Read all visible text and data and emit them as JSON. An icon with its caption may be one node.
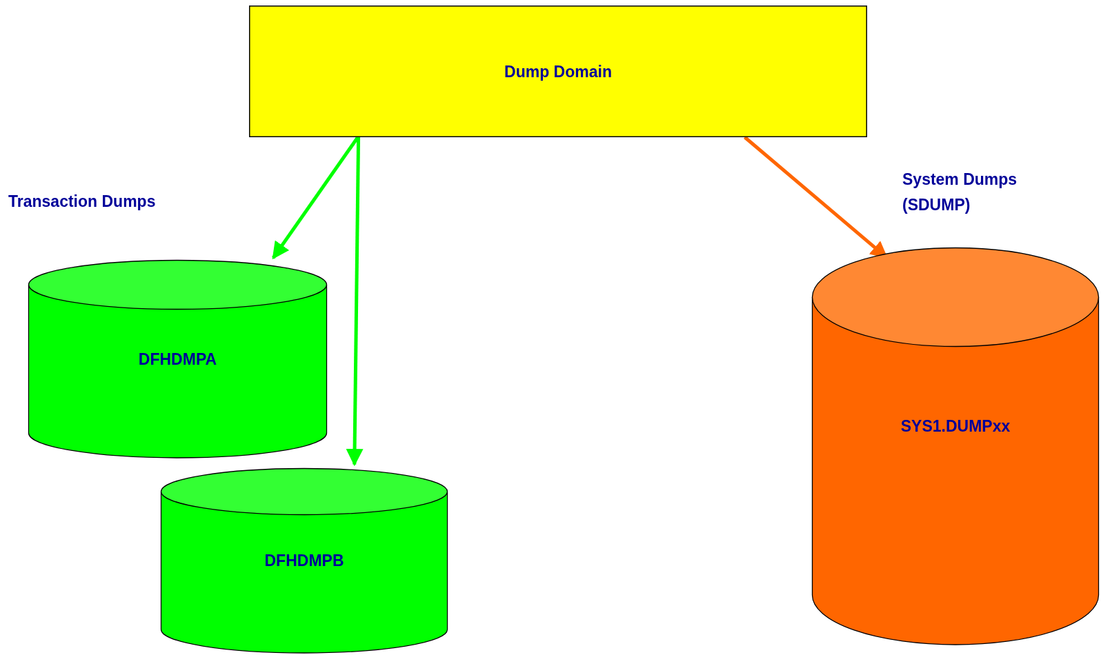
{
  "diagram": {
    "nodes": [
      {
        "text": [
          "Dump Domain"
        ]
      },
      {
        "text": [
          "DFHDMPA"
        ]
      },
      {
        "text": [
          "DFHDMPB"
        ]
      },
      {
        "text": [
          "SYS1.DUMPxx"
        ]
      }
    ],
    "edges": [
      {
        "from": 0,
        "to": 1,
        "arrow": "to"
      },
      {
        "from": 0,
        "to": 2,
        "arrow": "to"
      },
      {
        "from": 0,
        "to": 3,
        "arrow": "to",
        "color": "#ff6600"
      }
    ],
    "labels": [
      "Transaction Dumps",
      "System Dumps (SDUMP)"
    ]
  }
}
